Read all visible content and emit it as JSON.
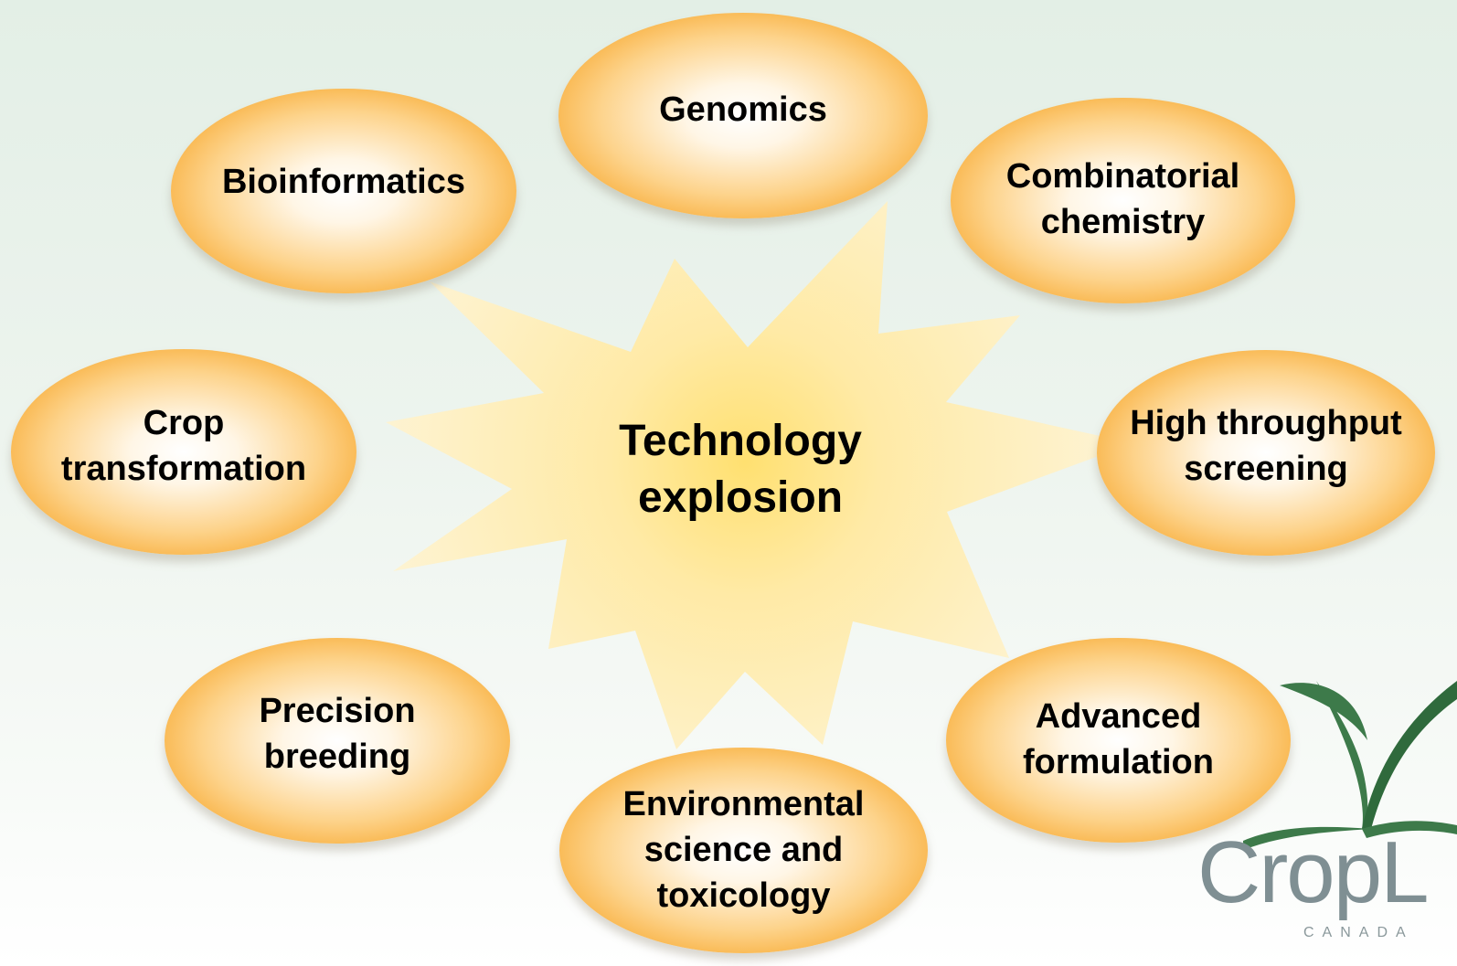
{
  "center": {
    "label": "Technology\nexplosion"
  },
  "bubbles": [
    {
      "id": "genomics",
      "label": "Genomics"
    },
    {
      "id": "bioinformatics",
      "label": "Bioinformatics"
    },
    {
      "id": "combinatorial-chemistry",
      "label": "Combinatorial\nchemistry"
    },
    {
      "id": "crop-transformation",
      "label": "Crop\ntransformation"
    },
    {
      "id": "high-throughput-screening",
      "label": "High throughput\nscreening"
    },
    {
      "id": "precision-breeding",
      "label": "Precision\nbreeding"
    },
    {
      "id": "advanced-formulation",
      "label": "Advanced\nformulation"
    },
    {
      "id": "environmental-science",
      "label": "Environmental\nscience and\ntoxicology"
    }
  ],
  "logo": {
    "name": "CropL",
    "subtitle": "CANADA"
  },
  "colors": {
    "bubble_edge": "#f39b14",
    "bubble_center": "#ffffff",
    "burst_inner": "#ffe58a",
    "burst_outer": "#fdf3cf",
    "logo_green": "#3d7a4a",
    "logo_gray": "#7f8f93"
  }
}
